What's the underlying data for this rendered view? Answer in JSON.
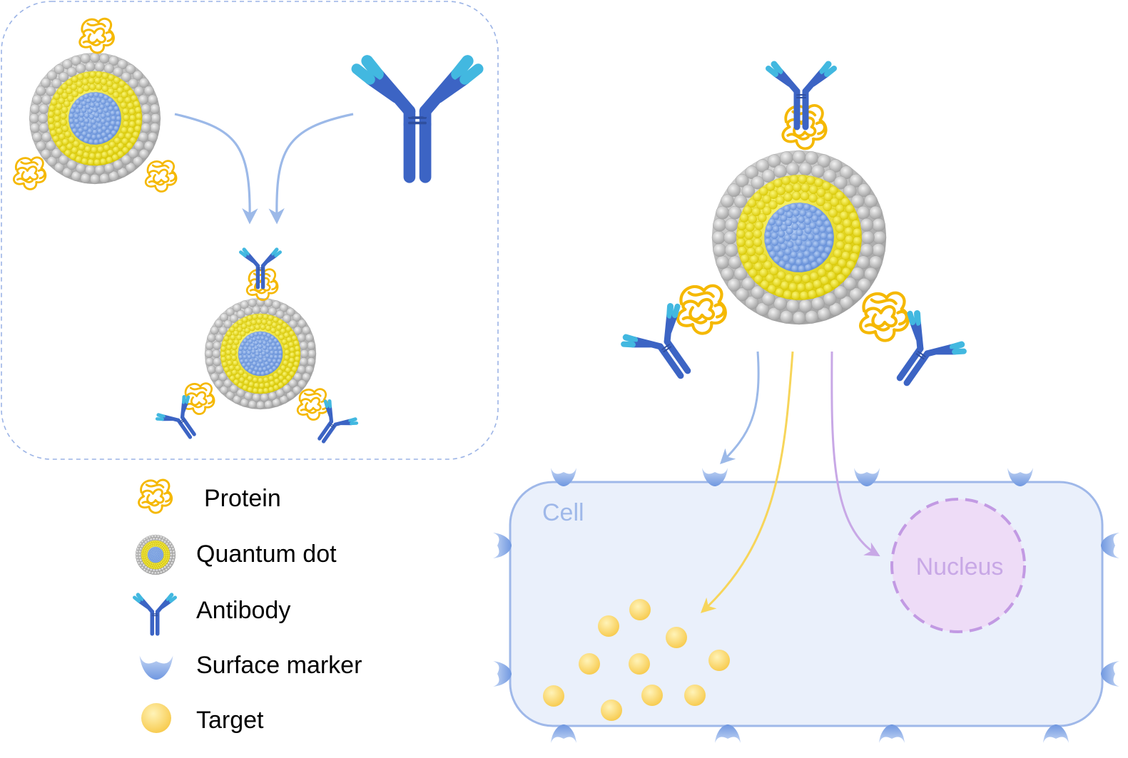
{
  "legend": {
    "items": [
      {
        "label": "Protein",
        "icon": "protein-icon"
      },
      {
        "label": "Quantum dot",
        "icon": "quantum-dot-icon"
      },
      {
        "label": "Antibody",
        "icon": "antibody-icon"
      },
      {
        "label": "Surface marker",
        "icon": "surface-marker-icon"
      },
      {
        "label": "Target",
        "icon": "target-icon"
      }
    ]
  },
  "cell": {
    "label": "Cell",
    "nucleus_label": "Nucleus"
  },
  "colors": {
    "protein": "#f5b800",
    "qd_shell": "#b8b8b8",
    "qd_mid": "#f0e20a",
    "qd_core": "#7aa3e3",
    "antibody_dark": "#3c64c4",
    "antibody_light": "#42b8e0",
    "surface_marker": "#8cb0ea",
    "target": "#ffd86a",
    "cell_border": "#9fb8e9",
    "cell_fill": "#eaf0fb",
    "nucleus_fill": "#eedcf7",
    "nucleus_border": "#c29ae3",
    "arrow_blue": "#9cb9e8",
    "arrow_yellow": "#f7d55a",
    "arrow_purple": "#c8a8e6"
  }
}
